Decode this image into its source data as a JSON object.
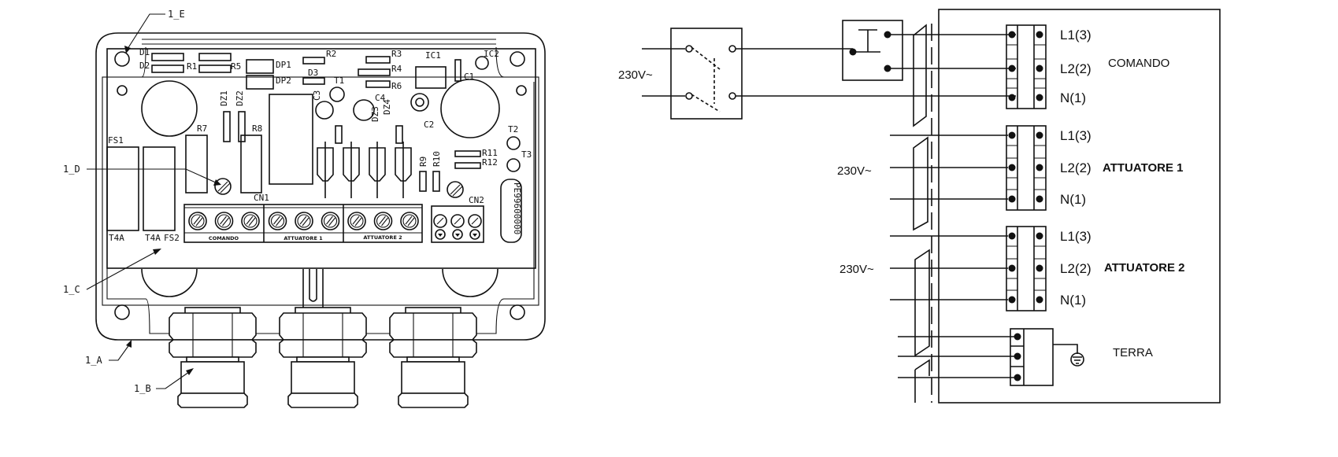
{
  "callouts": {
    "e": "1_E",
    "d": "1_D",
    "c": "1_C",
    "a": "1_A",
    "b": "1_B"
  },
  "pcb": {
    "components": {
      "d1": "D1",
      "d2": "D2",
      "r1": "R1",
      "r5": "R5",
      "dp1": "DP1",
      "dp2": "DP2",
      "r2": "R2",
      "d3": "D3",
      "t1": "T1",
      "r3": "R3",
      "r4": "R4",
      "r6": "R6",
      "ic1": "IC1",
      "ic2": "IC2",
      "c1": "C1",
      "c2": "C2",
      "c3": "C3",
      "c4": "C4",
      "dz1": "DZ1",
      "dz2": "DZ2",
      "dz3": "DZ3",
      "dz4": "DZ4",
      "r7": "R7",
      "r8": "R8",
      "r9": "R9",
      "r10": "R10",
      "r11": "R11",
      "r12": "R12",
      "t2": "T2",
      "t3": "T3",
      "cn1": "CN1",
      "cn2": "CN2",
      "fs1": "FS1",
      "fs2": "FS2",
      "fuse1_rating": "T4A",
      "fuse2_rating": "T4A",
      "part_number": "PE99600000"
    },
    "terminal_groups": [
      "COMANDO",
      "ATTUATORE 1",
      "ATTUATORE 2"
    ]
  },
  "wiring": {
    "supply_label": "230V~",
    "groups": [
      {
        "name": "COMANDO",
        "terminals": [
          "L1(3)",
          "L2(2)",
          "N(1)"
        ]
      },
      {
        "name": "ATTUATORE 1",
        "supply": "230V~",
        "terminals": [
          "L1(3)",
          "L2(2)",
          "N(1)"
        ]
      },
      {
        "name": "ATTUATORE 2",
        "supply": "230V~",
        "terminals": [
          "L1(3)",
          "L2(2)",
          "N(1)"
        ]
      }
    ],
    "earth_label": "TERRA",
    "switch_symbol": "T"
  }
}
